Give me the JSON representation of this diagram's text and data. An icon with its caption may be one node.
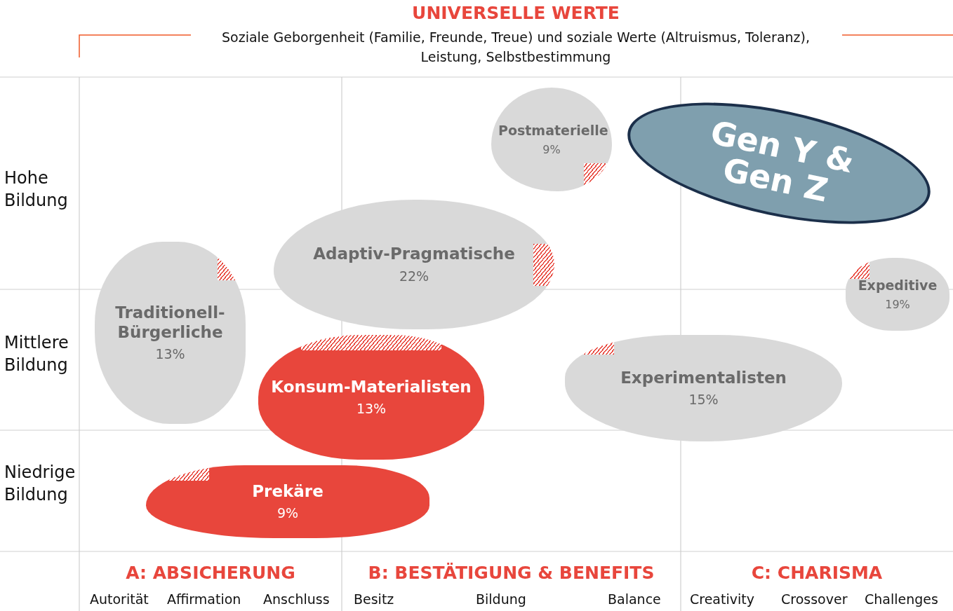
{
  "diagram": {
    "title": "UNIVERSELLE WERTE",
    "nodes": [
      {
        "text": [
          "Postmaterielle",
          "9%"
        ]
      },
      {
        "text": [
          "Expeditive",
          "19%"
        ]
      },
      {
        "text": [
          "Adaptiv-Pragmatische",
          "22%"
        ]
      },
      {
        "text": [
          "Traditionell-Bürgerliche",
          "13%"
        ]
      },
      {
        "text": [
          "Experimentalisten",
          "15%"
        ]
      },
      {
        "text": [
          "Konsum-Materialisten",
          "13%"
        ]
      },
      {
        "text": [
          "Prekäre",
          "9%"
        ]
      },
      {
        "text": [
          "Gen Y & Gen Z"
        ]
      }
    ],
    "edges": [],
    "labels": [
      "Soziale Geborgenheit (Familie, Freunde, Treue) und soziale Werte (Altruismus, Toleranz), Leistung, Selbstbestimmung",
      "Hohe Bildung",
      "Mittlere Bildung",
      "Niedrige Bildung",
      "A: ABSICHERUNG",
      "Autorität",
      "Affirmation",
      "Anschluss",
      "B: BESTÄTIGUNG & BENEFITS",
      "Besitz",
      "Bildung",
      "Balance",
      "C: CHARISMA",
      "Creativity",
      "Crossover",
      "Challenges"
    ]
  }
}
